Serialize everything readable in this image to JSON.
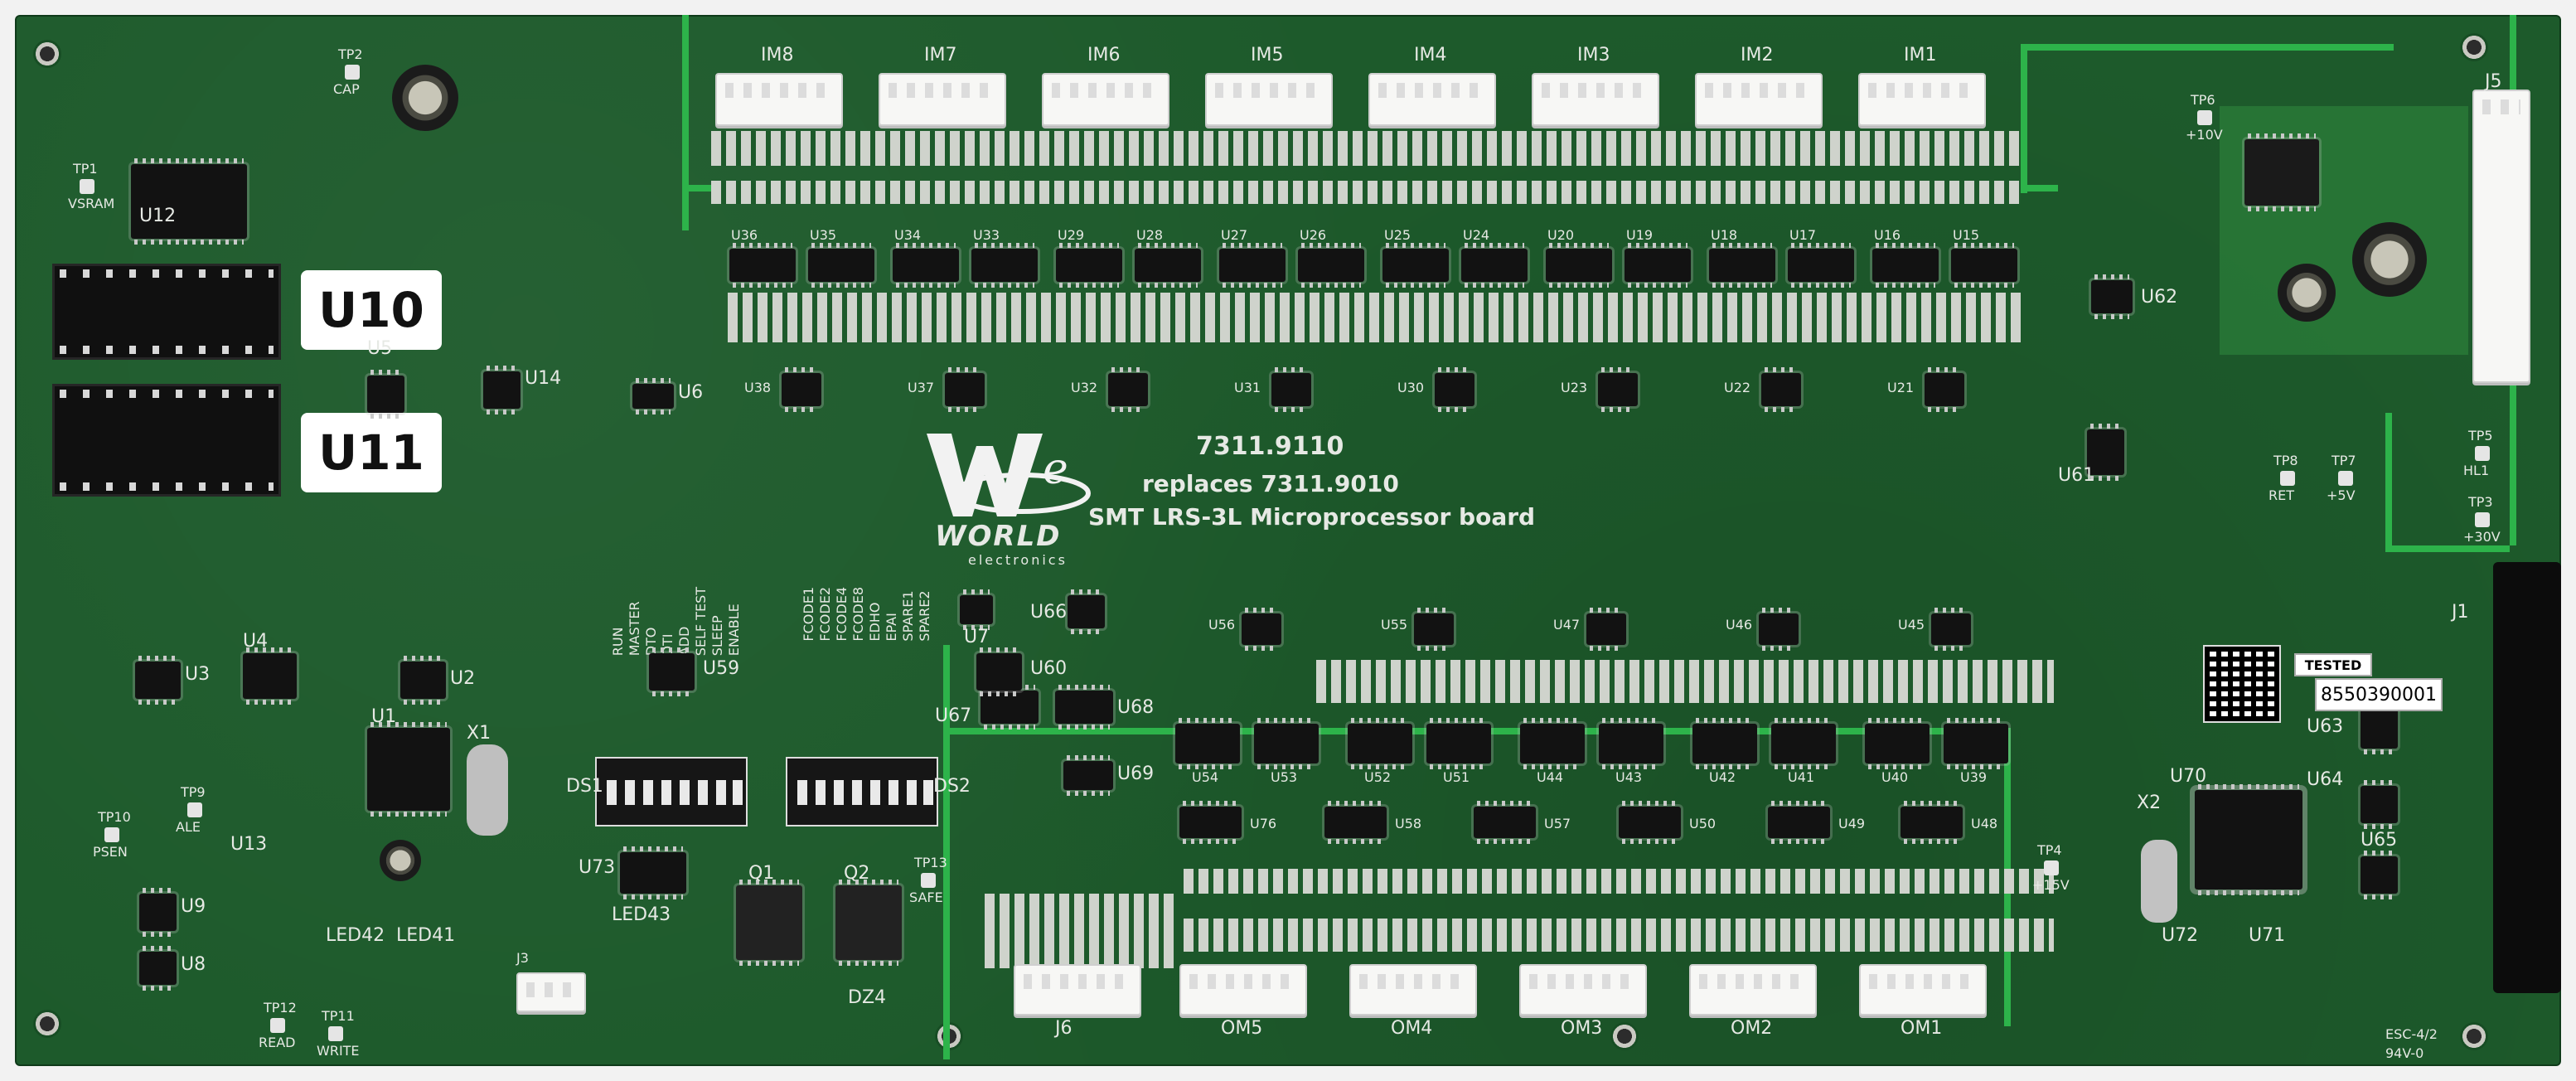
{
  "board": {
    "big_labels": {
      "u10": "U10",
      "u11": "U11"
    },
    "title": {
      "part_number": "7311.9110",
      "replaces": "replaces 7311.9010",
      "description": "SMT LRS-3L Microprocessor board"
    },
    "logo": {
      "brand": "WORLD",
      "sub": "electronics"
    },
    "serial_sticker": "8550390001",
    "tested_sticker": "TESTED",
    "input_connectors": [
      "IM8",
      "IM7",
      "IM6",
      "IM5",
      "IM4",
      "IM3",
      "IM2",
      "IM1"
    ],
    "output_connectors": [
      "J6",
      "OM5",
      "OM4",
      "OM3",
      "OM2",
      "OM1"
    ],
    "edge_connectors": {
      "j5": "J5",
      "j1": "J1",
      "j3": "J3"
    },
    "test_points": [
      {
        "id": "tp1",
        "label": "TP1",
        "sub": "VSRAM"
      },
      {
        "id": "tp2",
        "label": "TP2",
        "sub": "CAP"
      },
      {
        "id": "tp6",
        "label": "TP6",
        "sub": "+10V"
      },
      {
        "id": "tp5",
        "label": "TP5",
        "sub": "HL1"
      },
      {
        "id": "tp3",
        "label": "TP3",
        "sub": "+30V"
      },
      {
        "id": "tp7",
        "label": "TP7",
        "sub": "+5V"
      },
      {
        "id": "tp8",
        "label": "TP8",
        "sub": "RET"
      },
      {
        "id": "tp4",
        "label": "TP4",
        "sub": "+15V"
      },
      {
        "id": "tp9",
        "label": "TP9",
        "sub": "ALE"
      },
      {
        "id": "tp10",
        "label": "TP10",
        "sub": "PSEN"
      },
      {
        "id": "tp11",
        "label": "TP11",
        "sub": "WRITE"
      },
      {
        "id": "tp12",
        "label": "TP12",
        "sub": "READ"
      },
      {
        "id": "tp13",
        "label": "TP13",
        "sub": "SAFE"
      }
    ],
    "ds1": {
      "label": "DS1",
      "func": [
        "RUN",
        "MASTER",
        "DTO",
        "DTI",
        "ADD",
        "SELF TEST",
        "SLEEP",
        "ENABLE"
      ]
    },
    "ds2": {
      "label": "DS2",
      "func": [
        "FCODE1",
        "FCODE2",
        "FCODE4",
        "FCODE8",
        "EDHO",
        "EPAI",
        "SPARE1",
        "SPARE2"
      ]
    },
    "chips_top_row": [
      "U36",
      "U35",
      "U34",
      "U33",
      "U29",
      "U28",
      "U27",
      "U26",
      "U25",
      "U24",
      "U20",
      "U19",
      "U18",
      "U17",
      "U16",
      "U15"
    ],
    "chips_top_row2": [
      "U38",
      "U37",
      "U32",
      "U31",
      "U30",
      "U23",
      "U22",
      "U21"
    ],
    "chips_mid_row": [
      "U56",
      "U55",
      "U47",
      "U46",
      "U45"
    ],
    "chips_low_row": [
      "U54",
      "U53",
      "U52",
      "U51",
      "U44",
      "U43",
      "U42",
      "U41",
      "U40",
      "U39"
    ],
    "chips_driver_row": [
      "U76",
      "U58",
      "U57",
      "U50",
      "U49",
      "U48"
    ],
    "misc_labels": [
      "U12",
      "U5",
      "U14",
      "U6",
      "U3",
      "U4",
      "U2",
      "U1",
      "X1",
      "U9",
      "U8",
      "U13",
      "U73",
      "U59",
      "U60",
      "U7",
      "U66",
      "U67",
      "U68",
      "U69",
      "Q1",
      "Q2",
      "U61",
      "U62",
      "U63",
      "U64",
      "U65",
      "U70",
      "X2",
      "U71",
      "U72",
      "LED41",
      "LED42",
      "LED43",
      "DZ4",
      "ESC-4/2",
      "94V-0"
    ]
  }
}
